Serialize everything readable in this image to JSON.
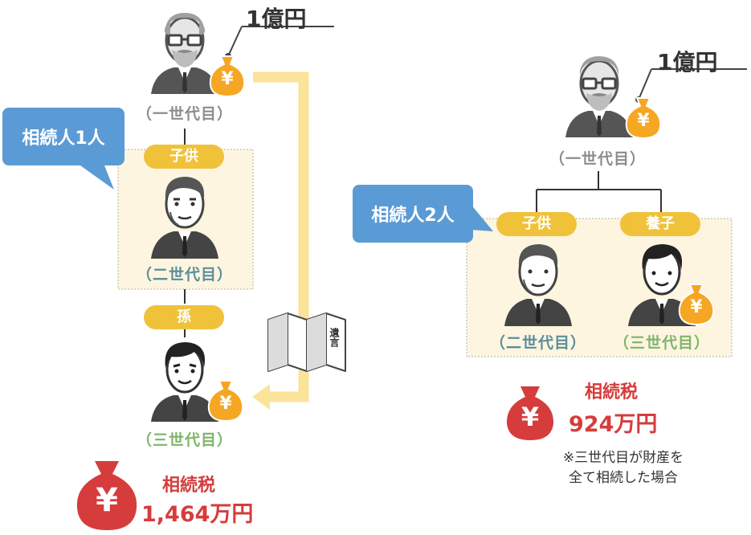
{
  "left": {
    "inheritance_amount": "1億円",
    "heir_bubble": "相続人1人",
    "gen1_label": "（一世代目）",
    "child_pill": "子供",
    "gen2_label": "（二世代目）",
    "grandchild_pill": "孫",
    "gen3_label": "（三世代目）",
    "will_label": "遺言",
    "tax_label": "相続税",
    "tax_amount": "1,464万円"
  },
  "right": {
    "inheritance_amount": "1億円",
    "gen1_label": "（一世代目）",
    "heir_bubble": "相続人2人",
    "child_pill": "子供",
    "adopted_pill": "養子",
    "gen2_label": "（二世代目）",
    "gen3_label": "（三世代目）",
    "tax_label": "相続税",
    "tax_amount": "924万円",
    "note_line1": "※三世代目が財産を",
    "note_line2": "全て相続した場合"
  },
  "icons": {
    "yen_symbol": "¥"
  },
  "colors": {
    "gold": "#f0c23a",
    "money_bag": "#f5a623",
    "tax_red": "#d63c3c",
    "bubble_blue": "#5b9bd5",
    "box_fill": "#fdf5e0",
    "arrow_yellow": "#fbe39a"
  }
}
